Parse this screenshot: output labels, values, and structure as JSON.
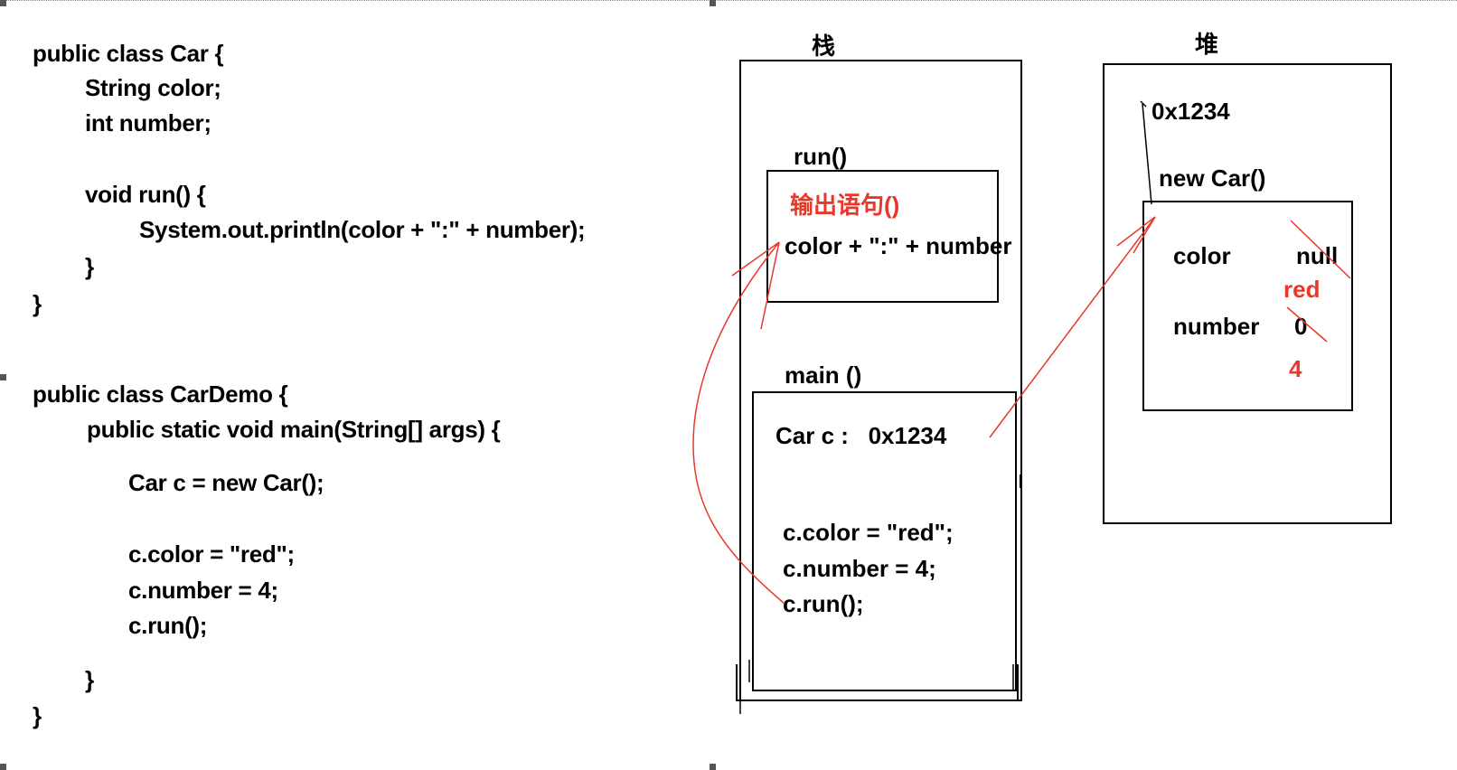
{
  "code": {
    "car_class": [
      "public class Car {",
      "String color;",
      "int number;",
      "void run() {",
      "System.out.println(color + \":\" + number);",
      "}",
      "}"
    ],
    "demo_class": [
      "public class CarDemo {",
      "public static void main(String[] args) {",
      "Car c = new Car();",
      "c.color = \"red\";",
      "c.number = 4;",
      "c.run();",
      "}",
      "}"
    ]
  },
  "stack": {
    "title": "栈",
    "run_frame": {
      "label": "run()",
      "output_stmt": "输出语句()",
      "expr": "color + \":\" + number"
    },
    "main_frame": {
      "label": "main ()",
      "car_ref": "Car c :   0x1234",
      "stmts": [
        "c.color = \"red\";",
        "c.number = 4;",
        "c.run();"
      ]
    }
  },
  "heap": {
    "title": "堆",
    "address": "0x1234",
    "object_label": "new Car()",
    "fields": {
      "color_name": "color",
      "color_old": "null",
      "color_new": "red",
      "number_name": "number",
      "number_old": "0",
      "number_new": "4"
    }
  },
  "colors": {
    "annotation": "#e8382a",
    "ink": "#000000"
  }
}
